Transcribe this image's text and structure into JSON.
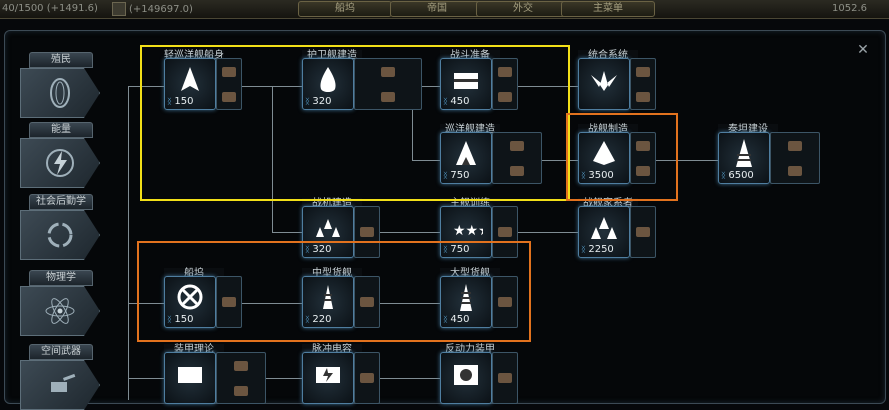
{
  "top": {
    "res1": "(+1491.6)",
    "res1_prefix": "40/1500",
    "res2": "(+149697.0)",
    "right_val": "1052.6",
    "tabs": [
      "船坞",
      "帝国",
      "外交",
      "主菜单"
    ]
  },
  "categories": [
    "殖民",
    "能量",
    "社会后勤学",
    "物理学",
    "空间武器"
  ],
  "nodes": [
    {
      "id": "n1",
      "title": "轻巡洋舰船身",
      "cost": "150"
    },
    {
      "id": "n2",
      "title": "护卫舰建造",
      "cost": "320"
    },
    {
      "id": "n3",
      "title": "战斗准备",
      "cost": "450"
    },
    {
      "id": "n4",
      "title": "统合系统",
      "cost": ""
    },
    {
      "id": "n5",
      "title": "巡洋舰建造",
      "cost": "750"
    },
    {
      "id": "n6",
      "title": "战舰制造",
      "cost": "3500"
    },
    {
      "id": "n7",
      "title": "泰坦建设",
      "cost": "6500"
    },
    {
      "id": "n8",
      "title": "战机建造",
      "cost": "320"
    },
    {
      "id": "n9",
      "title": "主舰训练",
      "cost": "750"
    },
    {
      "id": "n10",
      "title": "战舰家系者",
      "cost": "2250"
    },
    {
      "id": "n11",
      "title": "船坞",
      "cost": "150"
    },
    {
      "id": "n12",
      "title": "中型货舰",
      "cost": "220"
    },
    {
      "id": "n13",
      "title": "大型货舰",
      "cost": "450"
    },
    {
      "id": "n14",
      "title": "装甲理论",
      "cost": ""
    },
    {
      "id": "n15",
      "title": "脉冲电容",
      "cost": ""
    },
    {
      "id": "n16",
      "title": "反动力装甲",
      "cost": ""
    }
  ],
  "colors": {
    "yellow": "#f2df18",
    "orange": "#e2721e",
    "line": "#7f8c93"
  }
}
